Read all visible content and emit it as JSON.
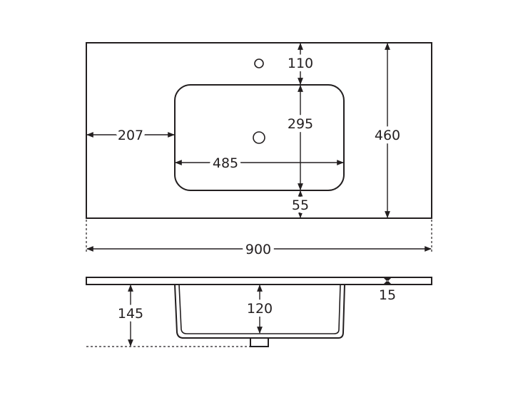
{
  "diagram": {
    "top_view": {
      "tap_hole_to_bowl": "110",
      "bowl_depth": "295",
      "bowl_to_front": "55",
      "overall_depth": "460",
      "left_offset": "207",
      "bowl_width": "485",
      "overall_width": "900"
    },
    "side_view": {
      "slab_thickness": "15",
      "overall_height": "145",
      "bowl_height": "120"
    }
  }
}
